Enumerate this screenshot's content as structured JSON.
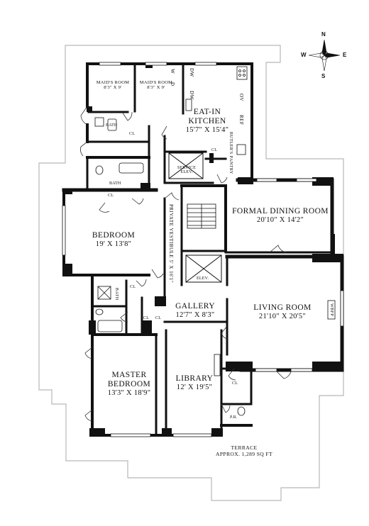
{
  "compass": {
    "n": "N",
    "s": "S",
    "e": "E",
    "w": "W"
  },
  "rooms": {
    "maids_room_1": {
      "name": "MAID'S ROOM",
      "dims": "8'3\" X 9'"
    },
    "maids_room_2": {
      "name": "MAID'S ROOM",
      "dims": "8'3\" X 9'"
    },
    "eat_in_kitchen": {
      "name": "EAT-IN KITCHEN",
      "dims": "15'7\" X 15'4\""
    },
    "formal_dining": {
      "name": "FORMAL DINING ROOM",
      "dims": "20'10\" X 14'2\""
    },
    "bedroom": {
      "name": "BEDROOM",
      "dims": "19' X 13'8\""
    },
    "living_room": {
      "name": "LIVING ROOM",
      "dims": "21'10\" X 20'5\""
    },
    "gallery": {
      "name": "GALLERY",
      "dims": "12'7\" X 8'3\""
    },
    "master_bedroom": {
      "name": "MASTER BEDROOM",
      "dims": "13'3\" X 18'9\""
    },
    "library": {
      "name": "LIBRARY",
      "dims": "12' X 19'5\""
    },
    "private_vestibule": {
      "name": "PRIVATE VESTIBULE",
      "dims": "5' X 16'1\""
    }
  },
  "labels": {
    "bath": "BATH",
    "cl": "CL",
    "service_elev": "SERVICE ELEV.",
    "elev": "ELEV.",
    "butlers_pantry": "BUTLER'S PANTRY",
    "pr": "P.R.",
    "wbfp": "WBFP",
    "w": "W",
    "d": "D",
    "dw": "DW",
    "ov": "OV",
    "ref": "REF"
  },
  "terrace": {
    "name": "TERRACE",
    "area": "APPROX. 1,289 SQ FT"
  }
}
